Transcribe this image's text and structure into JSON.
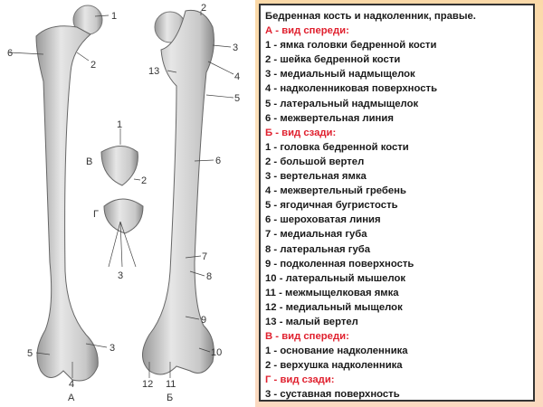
{
  "figure": {
    "labels_a": [
      "1",
      "2",
      "3",
      "4",
      "5",
      "6"
    ],
    "labels_b": [
      "2",
      "3",
      "13",
      "4",
      "5",
      "6",
      "7",
      "8",
      "9",
      "10",
      "11",
      "12"
    ],
    "labels_v": [
      "1",
      "2"
    ],
    "labels_g": [
      "3"
    ],
    "view_letters": {
      "a": "А",
      "b": "Б",
      "v": "В",
      "g": "Г"
    }
  },
  "legend": {
    "title": "Бедренная кость и надколенник, правые.",
    "sections": [
      {
        "heading": "А - вид спереди:",
        "items": [
          "1 - ямка головки бедренной кости",
          "2 - шейка бедренной кости",
          "3 - медиальный надмыщелок",
          "4 - надколенниковая поверхность",
          "5 - латеральный надмыщелок",
          "6 - межвертельная линия"
        ]
      },
      {
        "heading": "Б - вид сзади:",
        "items": [
          "1 - головка бедренной кости",
          "2 - большой вертел",
          "3 - вертельная ямка",
          "4 - межвертельный гребень",
          "5 - ягодичная бугристость",
          "6 - шероховатая линия",
          "7 - медиальная губа",
          "8 - латеральная губа",
          "9 - подколенная поверхность",
          "10 - латеральный мышелок",
          "11 - межмыщелковая ямка",
          "12 - медиальный мыщелок",
          "13 - малый вертел"
        ]
      },
      {
        "heading": "В - вид спереди:",
        "items": [
          "1 - основание надколенника",
          "2 - верхушка надколенника"
        ]
      },
      {
        "heading": "Г - вид сзади:",
        "items": [
          "3 - суставная поверхность"
        ]
      }
    ],
    "heading_color": "#e0212f"
  }
}
